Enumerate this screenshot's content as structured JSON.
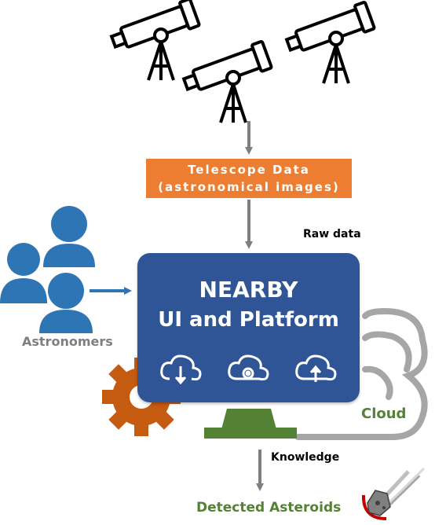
{
  "telescope_box": {
    "line1": "Telescope Data",
    "line2": "(astronomical images)",
    "color": "#ED7D31"
  },
  "labels": {
    "raw_data": "Raw data",
    "astronomers": "Astronomers",
    "cloud": "Cloud",
    "knowledge": "Knowledge",
    "detected_asteroids": "Detected Asteroids"
  },
  "platform": {
    "title": "NEARBY",
    "subtitle": "UI and Platform",
    "color": "#2F5597",
    "icons": [
      "cloud-download-icon",
      "cloud-settings-icon",
      "cloud-upload-icon"
    ]
  },
  "icons": [
    "telescope-icon",
    "telescope-icon",
    "telescope-icon",
    "users-icon",
    "gear-icon",
    "cloud-icon",
    "monitor-stand-icon",
    "asteroid-icon"
  ],
  "colors": {
    "people": "#2E75B6",
    "gear": "#C55A11",
    "cloud_outline": "#A6A6A6",
    "stand": "#548235",
    "arrow": "#7F7F7F",
    "asteroid_red": "#C00000"
  }
}
